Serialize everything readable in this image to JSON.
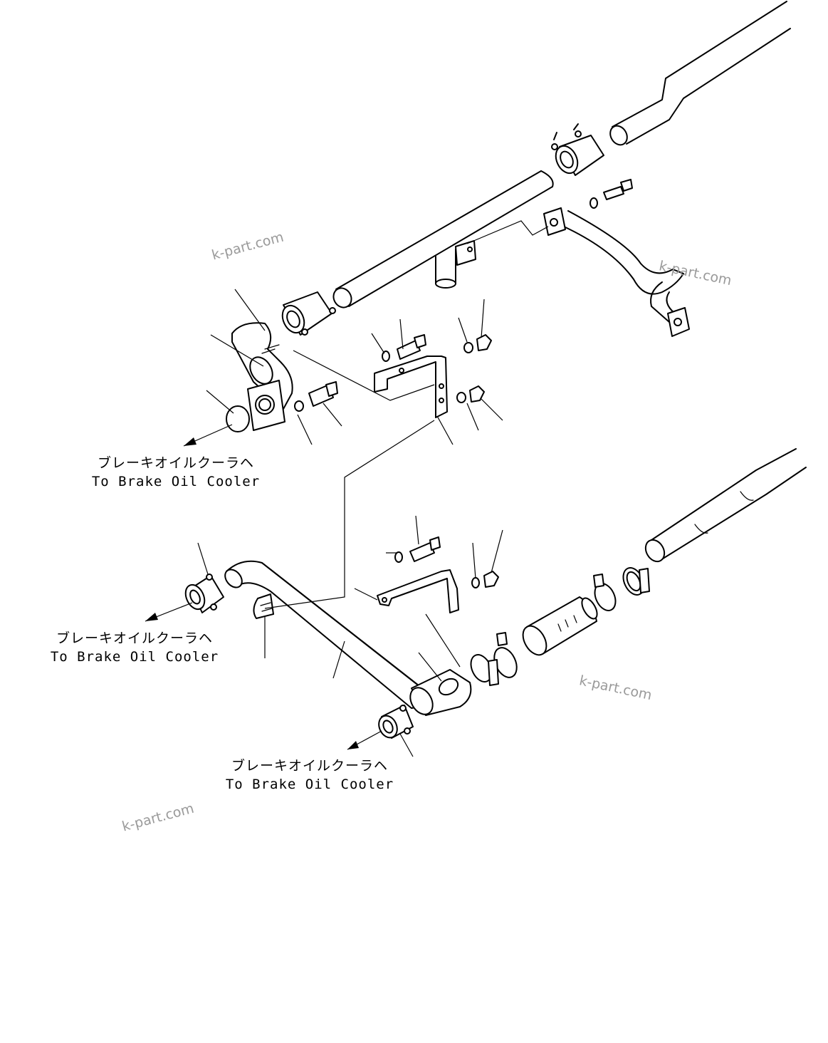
{
  "destination_labels": [
    {
      "jp": "ブレーキオイルクーラヘ",
      "en": "To Brake Oil Cooler"
    },
    {
      "jp": "ブレーキオイルクーラヘ",
      "en": "To Brake Oil Cooler"
    },
    {
      "jp": "ブレーキオイルクーラヘ",
      "en": "To Brake Oil Cooler"
    }
  ],
  "watermarks": [
    "k-part.com",
    "k-part.com",
    "k-part.com",
    "k-part.com"
  ]
}
